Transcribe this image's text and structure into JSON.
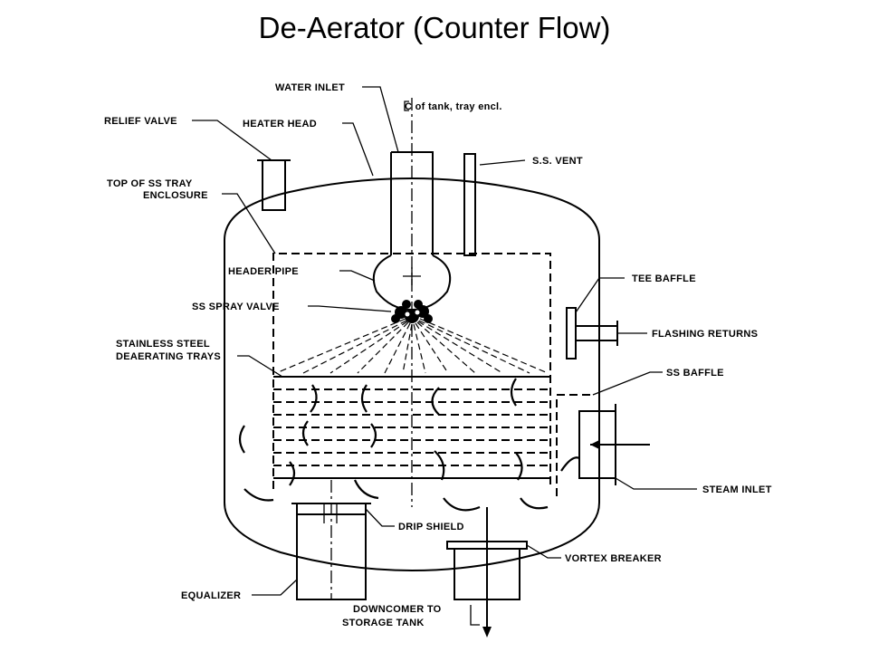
{
  "title": "De-Aerator (Counter Flow)",
  "labels": {
    "water_inlet": "WATER INLET",
    "centerline": "C of tank, tray encl.",
    "relief_valve": "RELIEF VALVE",
    "heater_head": "HEATER HEAD",
    "ss_vent": "S.S. VENT",
    "top_tray_1": "TOP OF SS TRAY",
    "top_tray_2": "ENCLOSURE",
    "header_pipe": "HEADER PIPE",
    "spray_valve": "SS SPRAY VALVE",
    "trays_1": "STAINLESS STEEL",
    "trays_2": "DEAERATING TRAYS",
    "tee_baffle": "TEE BAFFLE",
    "flashing_returns": "FLASHING RETURNS",
    "ss_baffle": "SS BAFFLE",
    "steam_inlet": "STEAM INLET",
    "drip_shield": "DRIP SHIELD",
    "vortex_breaker": "VORTEX BREAKER",
    "equalizer": "EQUALIZER",
    "downcomer_1": "DOWNCOMER TO",
    "downcomer_2": "STORAGE TANK"
  }
}
